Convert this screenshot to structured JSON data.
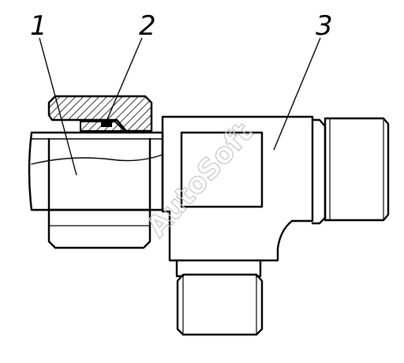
{
  "callouts": {
    "one": "1",
    "two": "2",
    "three": "3"
  },
  "watermark": "AutoSoft",
  "colors": {
    "line": "#000000",
    "watermark": "#c8c8c8",
    "background": "#ffffff"
  }
}
